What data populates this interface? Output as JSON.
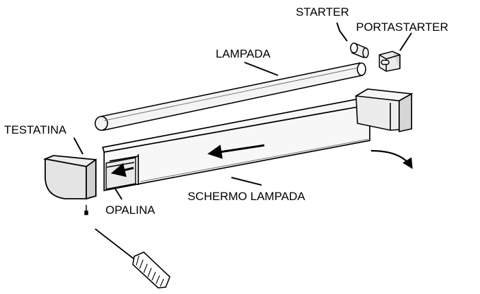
{
  "labels": {
    "starter": "STARTER",
    "portastarter": "PORTASTARTER",
    "lampada": "LAMPADA",
    "testatina": "TESTATINA",
    "schermo_lampada": "SCHERMO LAMPADA",
    "opalina": "OPALINA"
  },
  "colors": {
    "line": "#000000",
    "background": "#ffffff",
    "tube_fill": "#f4f4f4",
    "screen_fill": "#f7f7f7",
    "part_fill": "#ececec",
    "grip_fill": "#ffffff"
  }
}
